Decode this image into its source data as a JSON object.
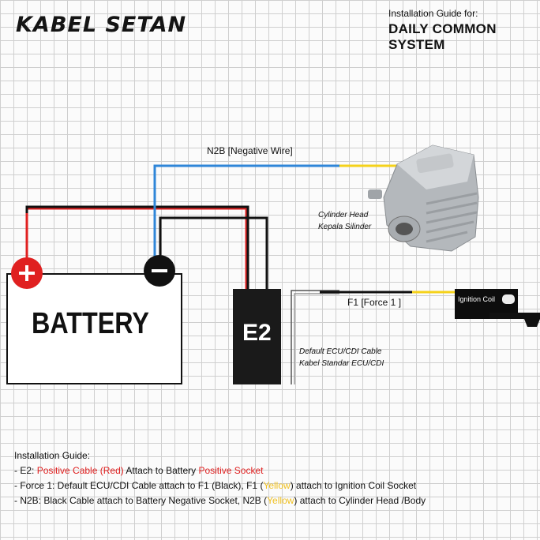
{
  "brand": {
    "logo_text": "KABEL SETAN"
  },
  "header": {
    "title": "Installation Guide for:",
    "subtitle": "DAILY COMMON SYSTEM"
  },
  "diagram": {
    "battery_label": "BATTERY",
    "positive_symbol": "+",
    "negative_symbol": "−",
    "module_label": "E2",
    "n2b_label": "N2B [Negative Wire]",
    "f1_label": "F1 [Force 1 ]",
    "cylinder_head_en": "Cylinder Head",
    "cylinder_head_id": "Kepala Silinder",
    "ecu_cable_en": "Default ECU/CDI Cable",
    "ecu_cable_id": "Kabel Standar ECU/CDI",
    "ignition_coil_label": "Ignition Coil",
    "colors": {
      "red": "#e02020",
      "black": "#111111",
      "blue": "#2f86d8",
      "yellow": "#f5d21a"
    }
  },
  "instructions": {
    "heading": "Installation Guide:",
    "line1": {
      "prefix": "- E2: ",
      "red1": "Positive Cable (Red)",
      "mid": " Attach to Battery ",
      "red2": "Positive Socket"
    },
    "line2": {
      "prefix": "- Force 1: Default ECU/CDI Cable attach to F1 (Black), F1 (",
      "yellow": "Yellow",
      "suffix": ") attach to Ignition Coil Socket"
    },
    "line3": {
      "prefix": "- N2B: Black Cable attach to Battery Negative Socket, N2B (",
      "yellow": "Yellow",
      "suffix": ")  attach to Cylinder Head /Body"
    }
  }
}
